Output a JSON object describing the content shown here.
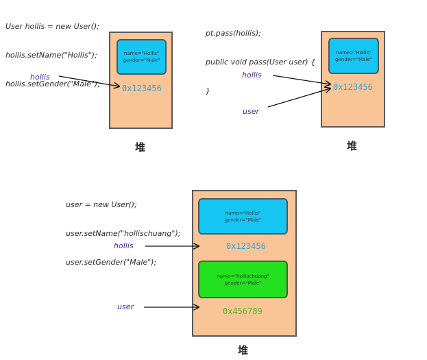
{
  "panel1": {
    "code": [
      "User hollis = new User();",
      "hollis.setName(\"Hollis\");",
      "hollis.setGender(\"Male\");"
    ],
    "object": {
      "name": "name=\"Hollis\"",
      "gender": "gender=\"Male\""
    },
    "address": "0x123456",
    "var": "hollis",
    "heap_label": "堆"
  },
  "panel2": {
    "code": [
      "pt.pass(hollis);",
      "public void pass(User user) {",
      "}"
    ],
    "object": {
      "name": "name=\"Hollis\"",
      "gender": "gender=\"Male\""
    },
    "address": "0x123456",
    "var_hollis": "hollis",
    "var_user": "user",
    "heap_label": "堆"
  },
  "panel3": {
    "code": [
      "user = new User();",
      "user.setName(\"hollischuang\");",
      "user.setGender(\"Male\");"
    ],
    "object1": {
      "name": "name=\"Hollis\"",
      "gender": "gender=\"Male\""
    },
    "address1": "0x123456",
    "object2": {
      "name": "name=\"hollischuang\"",
      "gender": "gender=\"Male\""
    },
    "address2": "0x456789",
    "var_hollis": "hollis",
    "var_user": "user",
    "heap_label": "堆"
  },
  "colors": {
    "heap_fill": "#f9c596",
    "object_blue": "#16c5f2",
    "object_green": "#22e01e",
    "address_blue": "#2aa3e6",
    "address_green": "#56b82a",
    "variable_text": "#4a2a9a"
  }
}
